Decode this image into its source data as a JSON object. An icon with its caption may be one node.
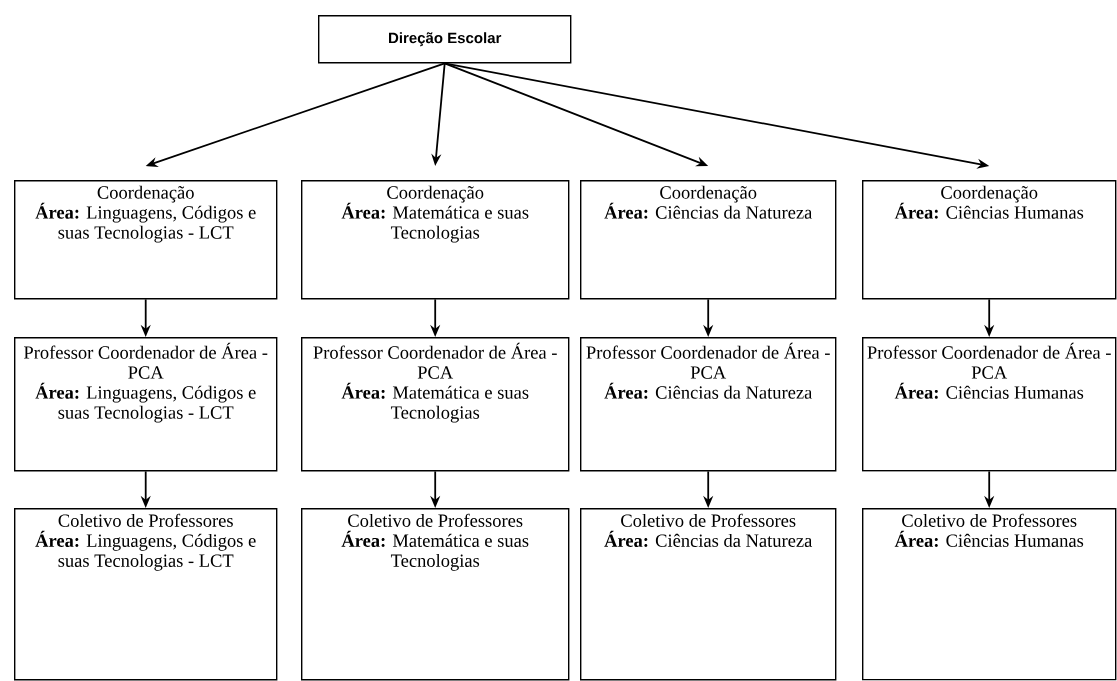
{
  "diagram": {
    "nodes": [
      {
        "text": [
          "Direção Escolar"
        ]
      },
      {
        "text": [
          "Coordenação",
          "**Área:** Linguagens, Códigos e suas Tecnologias - LCT"
        ]
      },
      {
        "text": [
          "Coordenação",
          "**Área:** Matemática e suas Tecnologias"
        ]
      },
      {
        "text": [
          "Coordenação",
          "**Área:** Ciências da Natureza"
        ]
      },
      {
        "text": [
          "Coordenação",
          "**Área:** Ciências Humanas"
        ]
      },
      {
        "text": [
          "Professor Coordenador de Área - PCA",
          "**Área:** Linguagens, Códigos e suas Tecnologias - LCT"
        ]
      },
      {
        "text": [
          "Professor Coordenador de Área - PCA",
          "**Área:** Matemática e suas Tecnologias"
        ]
      },
      {
        "text": [
          "Professor Coordenador de Área - PCA",
          "**Área:** Ciências da Natureza"
        ]
      },
      {
        "text": [
          "Professor Coordenador de Área - PCA",
          "**Área:** Ciências Humanas"
        ]
      },
      {
        "text": [
          "Coletivo de Professores",
          "**Área:** Linguagens, Códigos e suas Tecnologias - LCT"
        ]
      },
      {
        "text": [
          "Coletivo de Professores",
          "**Área:** Matemática e suas Tecnologias"
        ]
      },
      {
        "text": [
          "Coletivo de Professores",
          "**Área:** Ciências da Natureza"
        ]
      },
      {
        "text": [
          "Coletivo de Professores",
          "**Área:** Ciências Humanas"
        ]
      }
    ],
    "edges": [
      {
        "from": 0,
        "to": 1,
        "arrow": "to"
      },
      {
        "from": 0,
        "to": 2,
        "arrow": "to"
      },
      {
        "from": 0,
        "to": 3,
        "arrow": "to"
      },
      {
        "from": 0,
        "to": 4,
        "arrow": "to"
      },
      {
        "from": 1,
        "to": 5,
        "arrow": "to"
      },
      {
        "from": 2,
        "to": 6,
        "arrow": "to"
      },
      {
        "from": 3,
        "to": 7,
        "arrow": "to"
      },
      {
        "from": 4,
        "to": 8,
        "arrow": "to"
      },
      {
        "from": 5,
        "to": 9,
        "arrow": "to"
      },
      {
        "from": 6,
        "to": 10,
        "arrow": "to"
      },
      {
        "from": 7,
        "to": 11,
        "arrow": "to"
      },
      {
        "from": 8,
        "to": 12,
        "arrow": "to"
      }
    ]
  }
}
